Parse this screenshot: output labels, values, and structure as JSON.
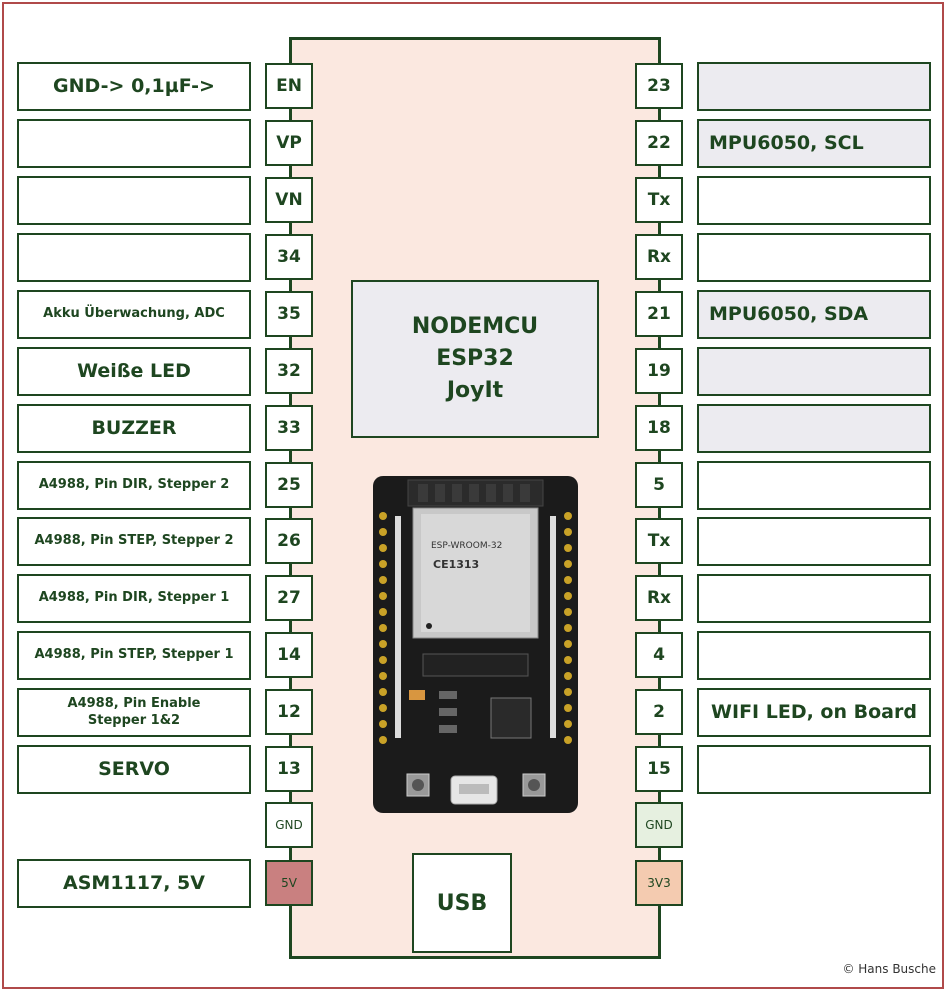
{
  "board": {
    "title_lines": [
      "NODEMCU",
      "ESP32",
      "JoyIt"
    ],
    "usb_label": "USB",
    "module_text": "ESP-WROOM-32",
    "module_code": "CE1313",
    "copyright": "© Hans Busche"
  },
  "left_rows": [
    {
      "pin": "EN",
      "label": "GND-> 0,1µF->"
    },
    {
      "pin": "VP",
      "label": ""
    },
    {
      "pin": "VN",
      "label": ""
    },
    {
      "pin": "34",
      "label": ""
    },
    {
      "pin": "35",
      "label": "Akku Überwachung, ADC"
    },
    {
      "pin": "32",
      "label": "Weiße LED"
    },
    {
      "pin": "33",
      "label": "BUZZER"
    },
    {
      "pin": "25",
      "label": "A4988, Pin DIR, Stepper 2"
    },
    {
      "pin": "26",
      "label": "A4988, Pin STEP, Stepper 2"
    },
    {
      "pin": "27",
      "label": "A4988, Pin DIR, Stepper 1"
    },
    {
      "pin": "14",
      "label": "A4988, Pin STEP, Stepper 1"
    },
    {
      "pin": "12",
      "label": "A4988, Pin Enable\nStepper 1&2"
    },
    {
      "pin": "13",
      "label": "SERVO"
    },
    {
      "pin": "GND",
      "label": null
    },
    {
      "pin": "5V",
      "label": "ASM1117, 5V"
    }
  ],
  "right_rows": [
    {
      "pin": "23",
      "label": ""
    },
    {
      "pin": "22",
      "label": "MPU6050, SCL"
    },
    {
      "pin": "Tx",
      "label": ""
    },
    {
      "pin": "Rx",
      "label": ""
    },
    {
      "pin": "21",
      "label": "MPU6050, SDA"
    },
    {
      "pin": "19",
      "label": ""
    },
    {
      "pin": "18",
      "label": ""
    },
    {
      "pin": "5",
      "label": ""
    },
    {
      "pin": "Tx",
      "label": ""
    },
    {
      "pin": "Rx",
      "label": ""
    },
    {
      "pin": "4",
      "label": ""
    },
    {
      "pin": "2",
      "label": "WIFI LED, on Board"
    },
    {
      "pin": "15",
      "label": ""
    },
    {
      "pin": "GND",
      "label": null
    },
    {
      "pin": "3V3",
      "label": null
    }
  ],
  "colors": {
    "frame": "#b04a4a",
    "board_fill": "#fbe8e0",
    "outline": "#1e4620",
    "shaded_label": "#ecebf0",
    "pin_5v": "#c98080",
    "pin_3v3": "#f4cbb0",
    "pin_gnd_right": "#e6f0e0"
  }
}
